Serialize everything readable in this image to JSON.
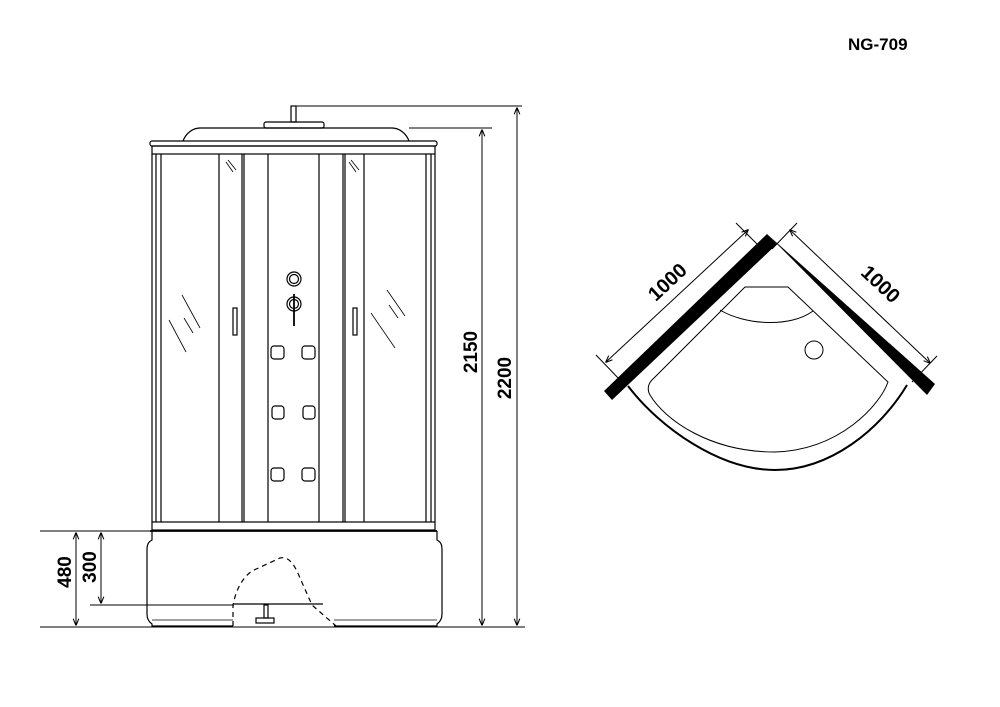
{
  "model": "NG-709",
  "front_view": {
    "dimensions": {
      "total_height": "2200",
      "cabin_height": "2150",
      "tray_height": "480",
      "tray_floor_height": "300"
    }
  },
  "top_view": {
    "dimensions": {
      "left_side": "1000",
      "right_side": "1000"
    }
  },
  "colors": {
    "line": "#000000",
    "background": "#ffffff"
  }
}
